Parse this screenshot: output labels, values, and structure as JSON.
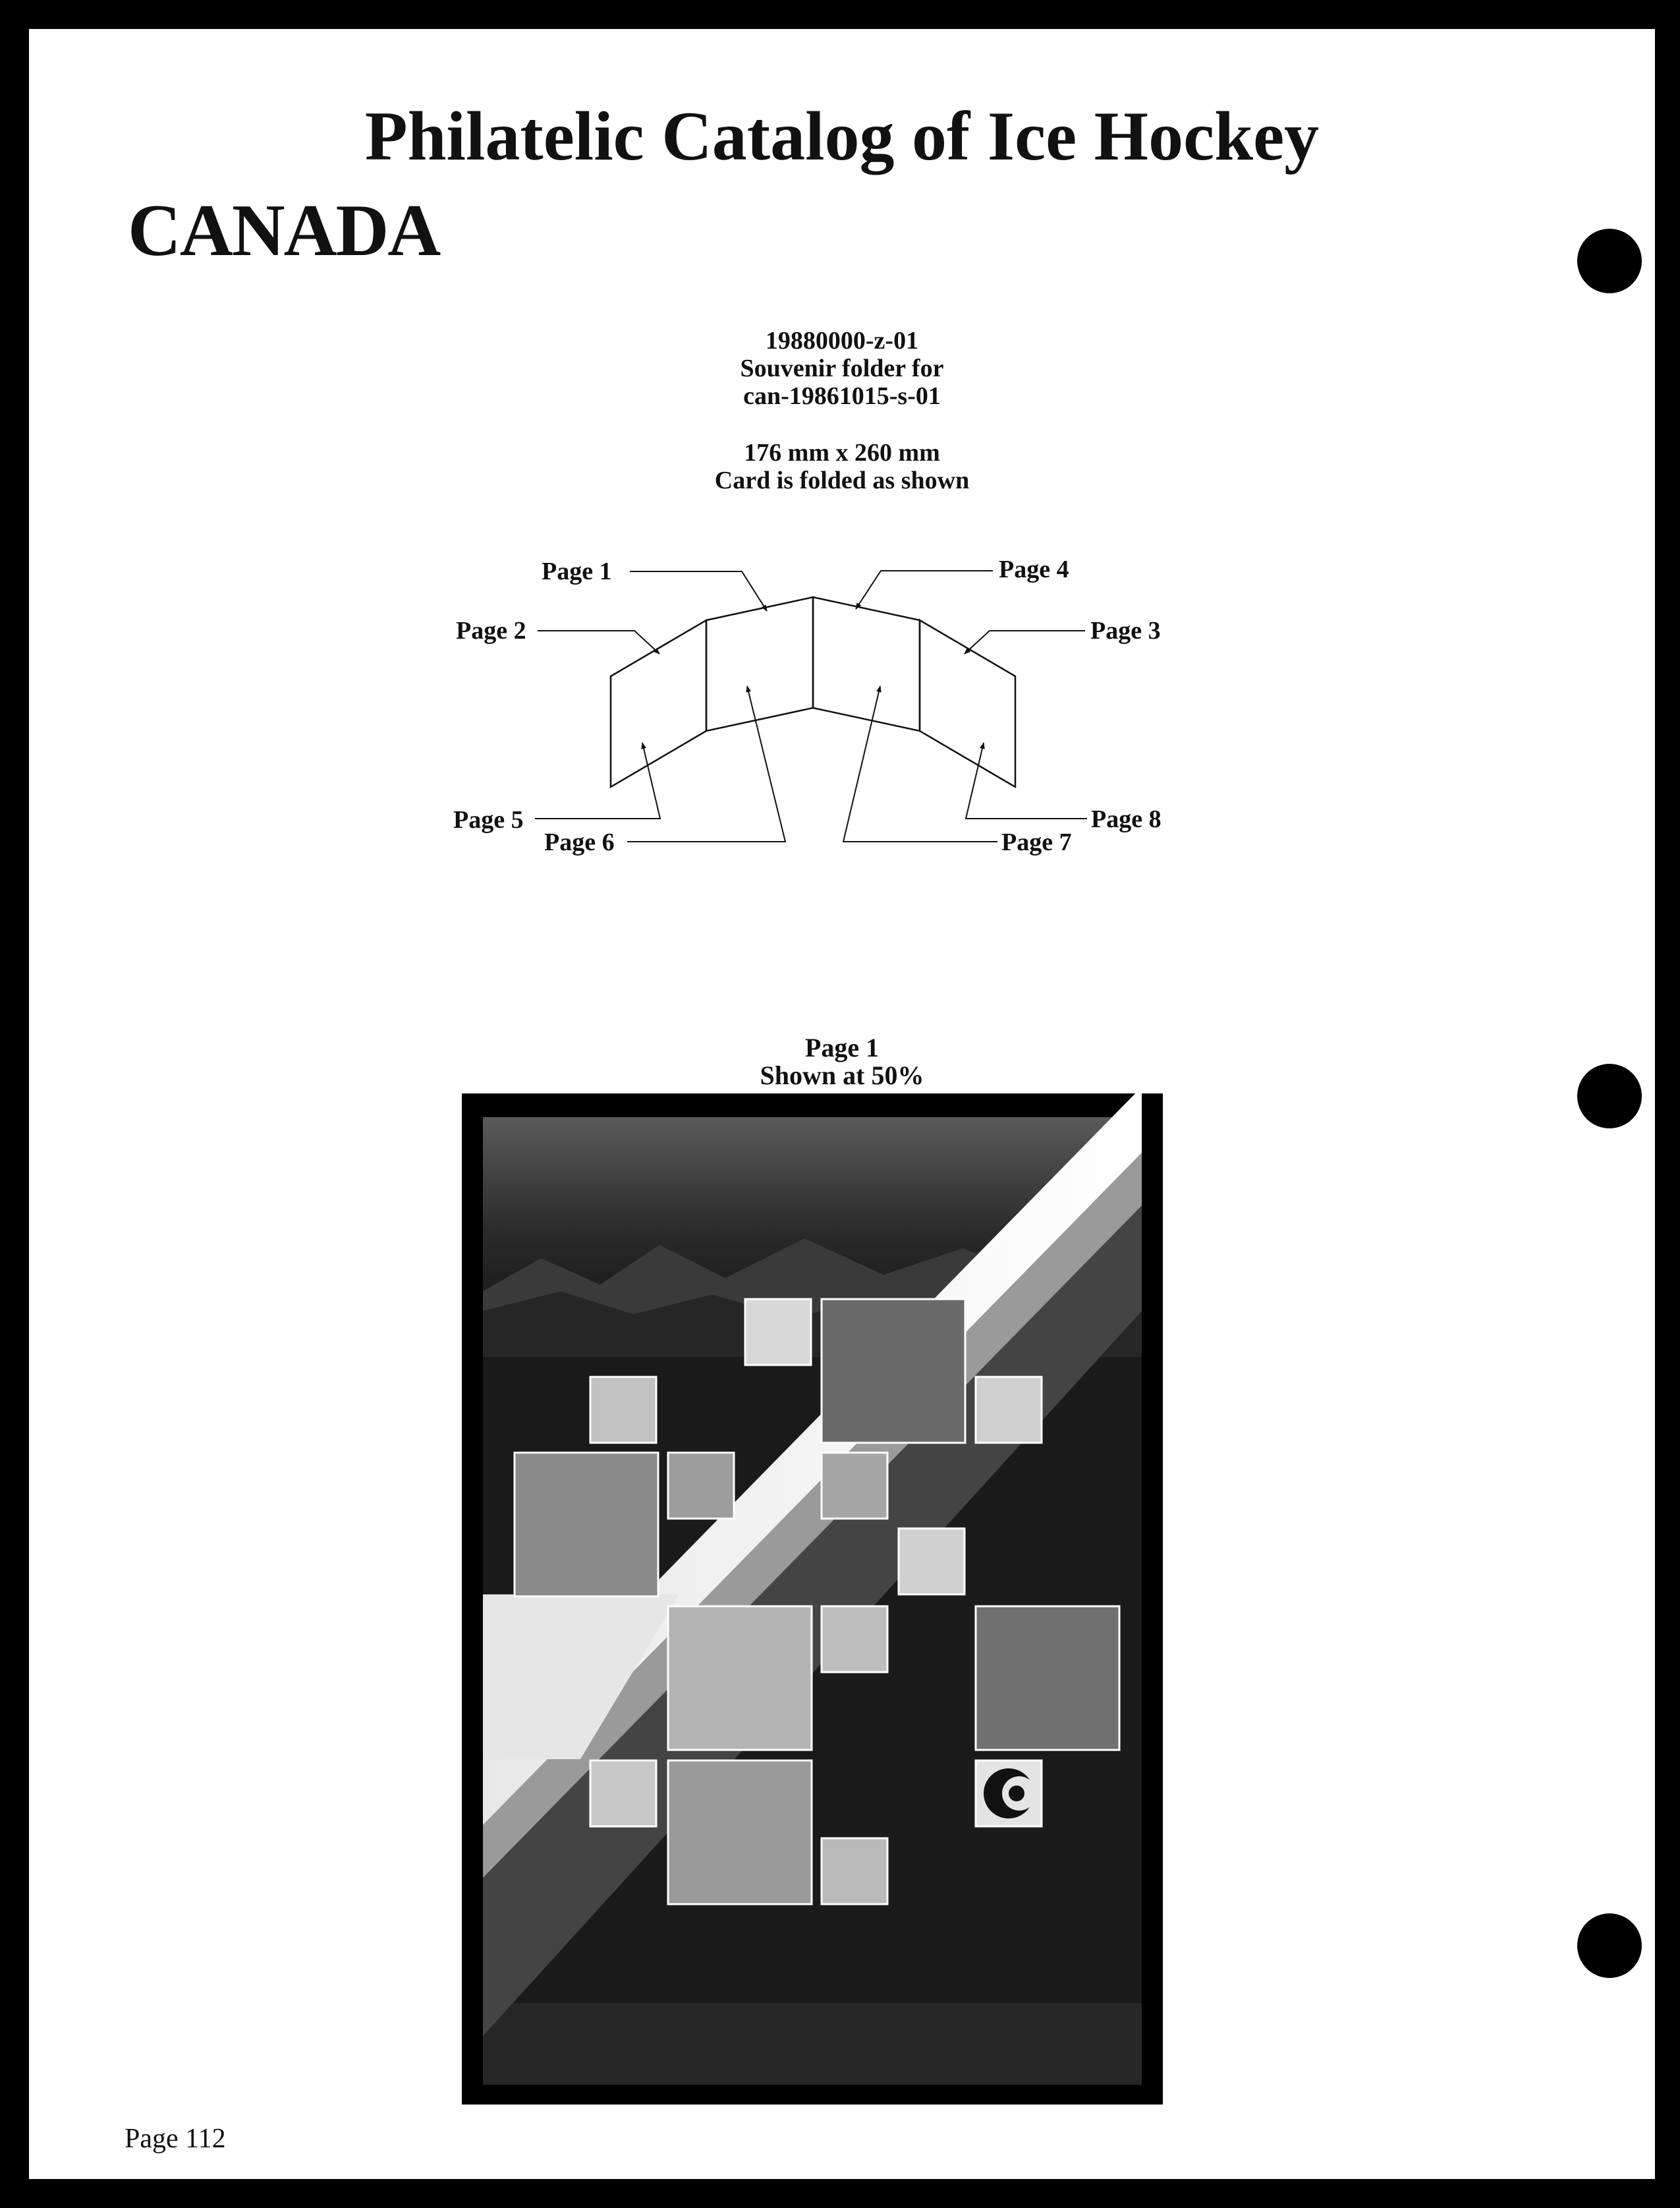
{
  "header": {
    "title": "Philatelic Catalog of Ice Hockey",
    "country": "CANADA"
  },
  "item": {
    "id": "19880000-z-01",
    "description_line1": "Souvenir folder for",
    "description_line2": "can-19861015-s-01",
    "dimensions": "176 mm x 260 mm",
    "fold_note": "Card is folded as shown"
  },
  "diagram": {
    "labels": {
      "p1": "Page 1",
      "p2": "Page 2",
      "p3": "Page 3",
      "p4": "Page 4",
      "p5": "Page 5",
      "p6": "Page 6",
      "p7": "Page 7",
      "p8": "Page 8"
    }
  },
  "image_caption": {
    "line1": "Page 1",
    "line2": "Shown at 50%"
  },
  "footer": {
    "page_number": "Page 112"
  },
  "colors": {
    "ink": "#111111",
    "background": "#ffffff",
    "border": "#000000"
  }
}
